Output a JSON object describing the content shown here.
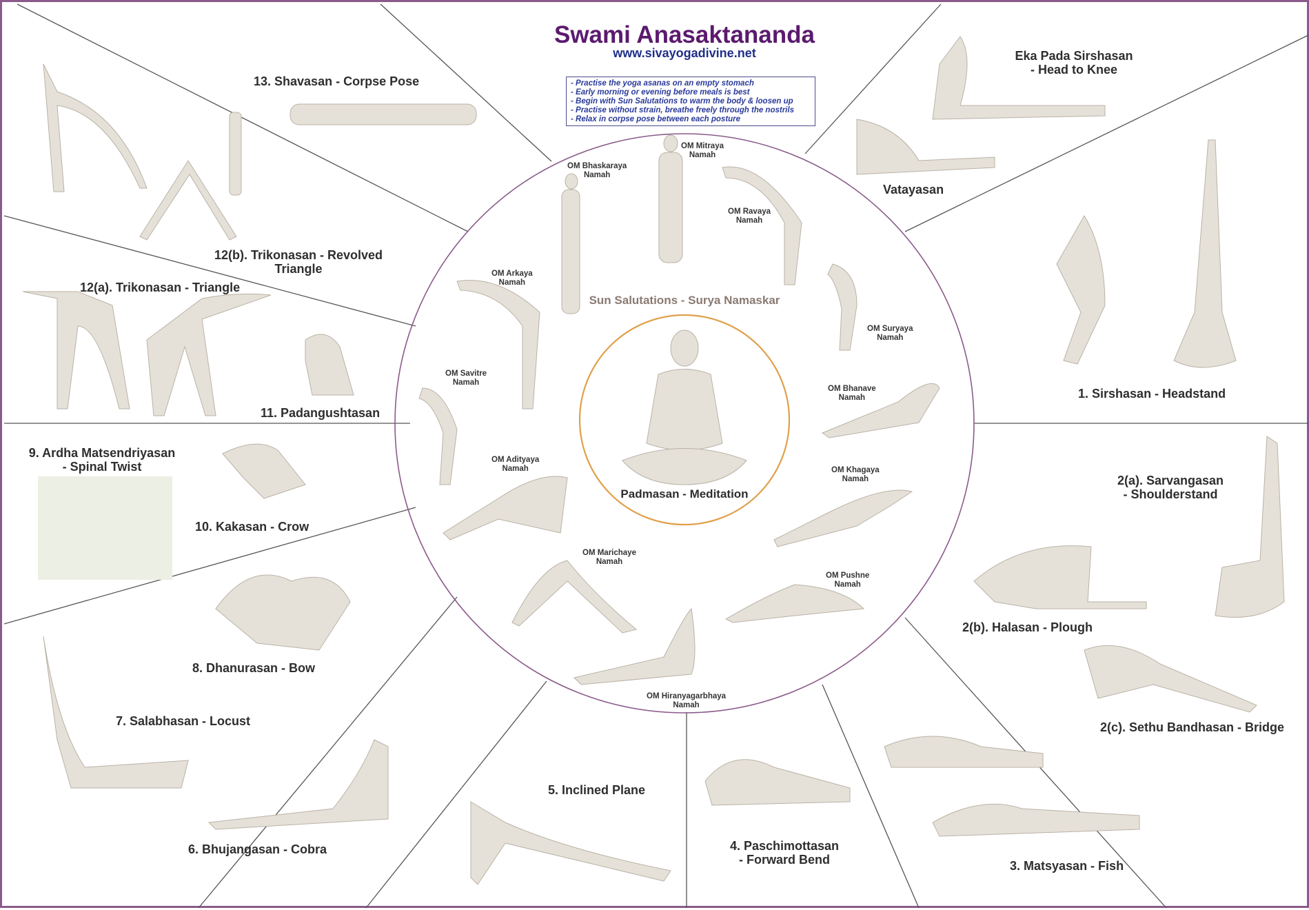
{
  "header": {
    "title": "Swami Anasaktananda",
    "url": "www.sivayogadivine.net"
  },
  "tips": [
    "- Practise the yoga asanas on an empty stomach",
    "- Early morning or evening before meals is best",
    "- Begin with Sun Salutations to warm the body & loosen up",
    "- Practise without strain, breathe freely through the nostrils",
    "- Relax in corpse pose between each posture"
  ],
  "sun_salutation": {
    "title": "Sun Salutations - Surya Namaskar",
    "center": "Padmasan - Meditation",
    "mantras": [
      [
        "OM Mitraya",
        "Namah"
      ],
      [
        "OM Bhaskaraya",
        "Namah"
      ],
      [
        "OM Ravaya",
        "Namah"
      ],
      [
        "OM Arkaya",
        "Namah"
      ],
      [
        "OM Suryaya",
        "Namah"
      ],
      [
        "OM Savitre",
        "Namah"
      ],
      [
        "OM Bhanave",
        "Namah"
      ],
      [
        "OM Adityaya",
        "Namah"
      ],
      [
        "OM Khagaya",
        "Namah"
      ],
      [
        "OM Marichaye",
        "Namah"
      ],
      [
        "OM Pushne",
        "Namah"
      ],
      [
        "OM Hiranyagarbhaya",
        "Namah"
      ]
    ]
  },
  "poses": {
    "p13": "13. Shavasan - Corpse Pose",
    "p12b_1": "12(b). Trikonasan - Revolved",
    "p12b_2": "Triangle",
    "p12a": "12(a). Trikonasan - Triangle",
    "p11": "11. Padangushtasan",
    "p9_1": "9. Ardha Matsendriyasan",
    "p9_2": "- Spinal Twist",
    "p10": "10. Kakasan - Crow",
    "p8": "8. Dhanurasan - Bow",
    "p7": "7. Salabhasan - Locust",
    "p6": "6. Bhujangasan - Cobra",
    "p5": "5. Inclined Plane",
    "p4_1": "4. Paschimottasan",
    "p4_2": "- Forward Bend",
    "p3": "3. Matsyasan - Fish",
    "p2c": "2(c). Sethu Bandhasan - Bridge",
    "p2b": "2(b). Halasan - Plough",
    "p2a_1": "2(a). Sarvangasan",
    "p2a_2": "- Shoulderstand",
    "p1": "1. Sirshasan - Headstand",
    "eka_1": "Eka Pada Sirshasan",
    "eka_2": "- Head to Knee",
    "vatayasan": "Vatayasan"
  },
  "colors": {
    "title": "#5b1a6e",
    "url": "#1f2f8a",
    "tips": "#2a3a9a",
    "circle": "#8a5a8a",
    "inner_circle": "#e0a04a",
    "figure": "#dcd6cc"
  }
}
